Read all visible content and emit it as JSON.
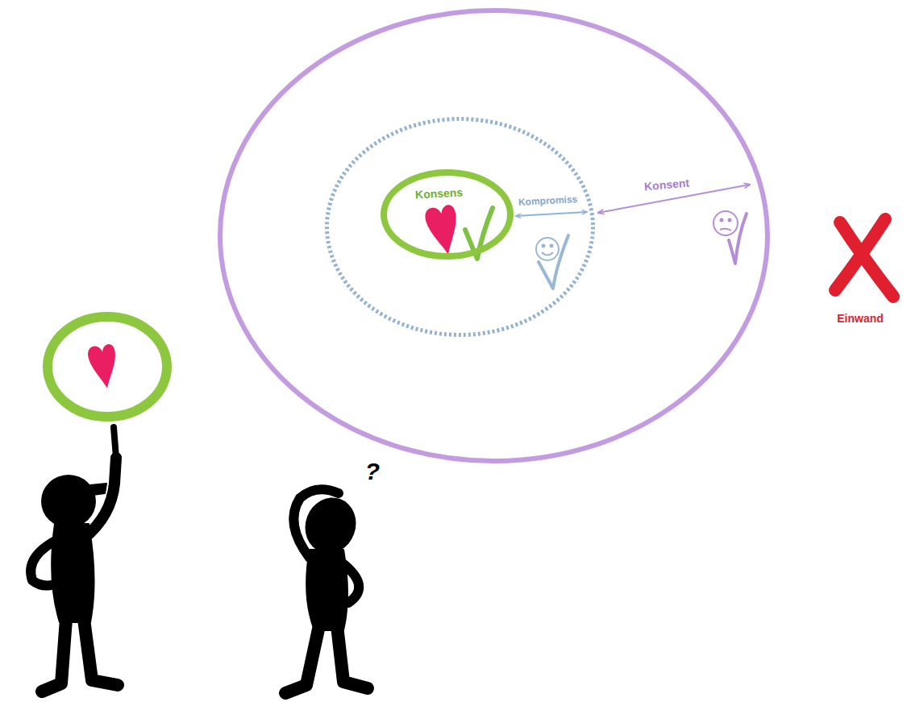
{
  "diagram": {
    "nodes": [
      {
        "text": [
          "Konsent"
        ]
      },
      {
        "text": [
          "Kompromiss"
        ],
        "in": 0
      },
      {
        "text": [
          "Konsens"
        ],
        "in": 1
      }
    ],
    "labels": [
      "Einwand",
      "?"
    ]
  }
}
